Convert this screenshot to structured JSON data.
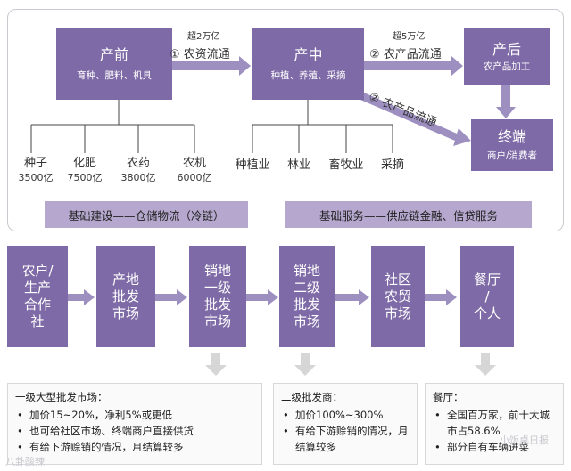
{
  "top": {
    "pre": {
      "title": "产前",
      "sub": "育种、肥料、机具"
    },
    "mid": {
      "title": "产中",
      "sub": "种植、养殖、采摘"
    },
    "post": {
      "title": "产后",
      "sub": "农产品加工"
    },
    "end": {
      "title": "终端",
      "sub": "商户/消费者"
    },
    "flow1": {
      "amount": "超2万亿",
      "label": "① 农资流通"
    },
    "flow2": {
      "amount": "超5万亿",
      "label": "② 农产品流通"
    },
    "flow3": {
      "label": "② 农产品流通"
    },
    "pre_items": [
      {
        "name": "种子",
        "value": "3500亿"
      },
      {
        "name": "化肥",
        "value": "7500亿"
      },
      {
        "name": "农药",
        "value": "3800亿"
      },
      {
        "name": "农机",
        "value": "6000亿"
      }
    ],
    "mid_items": [
      "种植业",
      "林业",
      "畜牧业",
      "采摘"
    ],
    "bar_left": "基础建设——仓储物流（冷链）",
    "bar_right": "基础服务——供应链金融、信贷服务"
  },
  "chain": [
    "农户/\n生产\n合作\n社",
    "产地\n批发\n市场",
    "销地\n一级\n批发\n市场",
    "销地\n二级\n批发\n市场",
    "社区\n农贸\n市场",
    "餐厅\n/\n个人"
  ],
  "notes": [
    {
      "title": "一级大型批发市场：",
      "items": [
        "加价15~20%，净利5%或更低",
        "也可给社区市场、终端商户直接供货",
        "有给下游赊销的情况，月结算较多"
      ]
    },
    {
      "title": "二级批发商：",
      "items": [
        "加价100%~300%",
        "有给下游赊销的情况，月结算较多"
      ]
    },
    {
      "title": "餐厅：",
      "items": [
        "全国百万家，前十大城市占58.6%",
        "部分自有车辆进菜"
      ]
    }
  ],
  "watermark_left": "八卦酸辣",
  "watermark_right": "小饭桌日报",
  "colors": {
    "box": "#7e6aa6",
    "bar": "#b5a7cd",
    "arrow": "#9d8fbf",
    "down_arrow": "#d6d6d6"
  }
}
